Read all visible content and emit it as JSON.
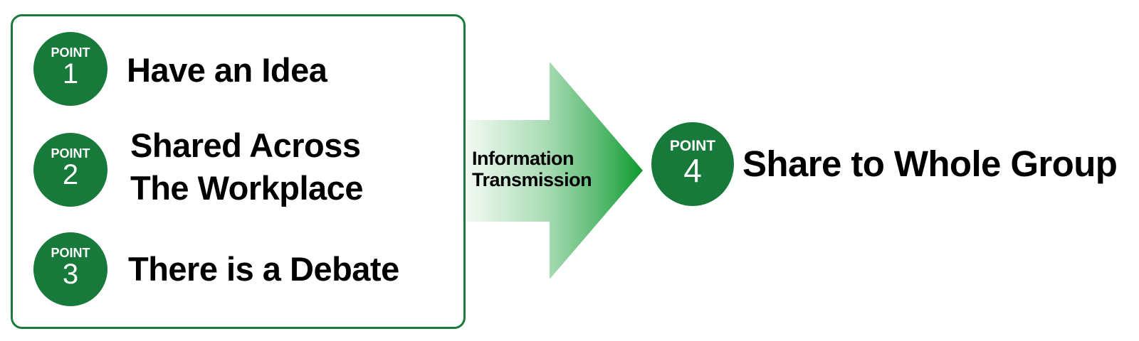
{
  "diagram": {
    "colors": {
      "accent_green": "#177a3a",
      "box_border": "#1a7a3b",
      "arrow_gradient_start": "#f2faf3",
      "arrow_gradient_end": "#0e9a2e",
      "text": "#000000"
    },
    "points": [
      {
        "badge_label": "POINT",
        "number": "1",
        "text_lines": [
          "Have an Idea"
        ]
      },
      {
        "badge_label": "POINT",
        "number": "2",
        "text_lines": [
          "Shared Across",
          "The Workplace"
        ]
      },
      {
        "badge_label": "POINT",
        "number": "3",
        "text_lines": [
          "There is a Debate"
        ]
      }
    ],
    "arrow": {
      "label_lines": [
        "Information",
        "Transmission"
      ]
    },
    "result": {
      "badge_label": "POINT",
      "number": "4",
      "text": "Share to Whole Group"
    }
  }
}
